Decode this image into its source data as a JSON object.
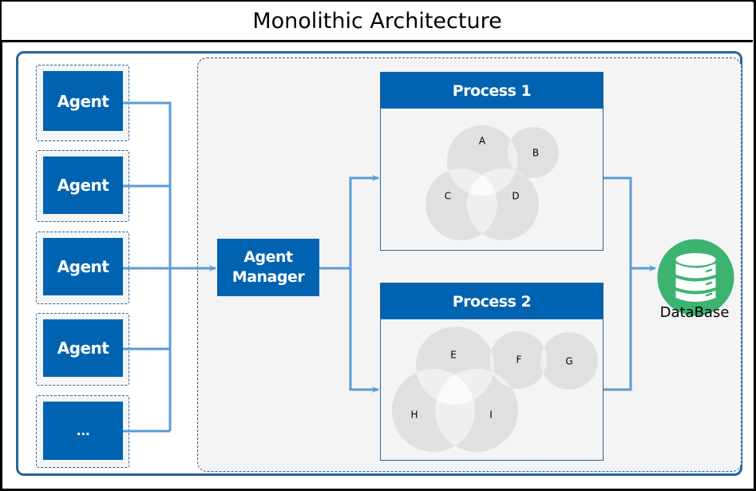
{
  "title": "Monolithic Architecture",
  "agents": [
    {
      "label": "Agent"
    },
    {
      "label": "Agent"
    },
    {
      "label": "Agent"
    },
    {
      "label": "Agent"
    },
    {
      "label": "..."
    }
  ],
  "manager": {
    "line1": "Agent",
    "line2": "Manager"
  },
  "processes": [
    {
      "title": "Process 1",
      "sets": [
        {
          "label": "A"
        },
        {
          "label": "B"
        },
        {
          "label": "C"
        },
        {
          "label": "D"
        }
      ]
    },
    {
      "title": "Process 2",
      "sets": [
        {
          "label": "E"
        },
        {
          "label": "F"
        },
        {
          "label": "G"
        },
        {
          "label": "H"
        },
        {
          "label": "I"
        }
      ]
    }
  ],
  "database": {
    "label": "DataBase",
    "icon": "database-icon"
  },
  "colors": {
    "primary_blue": "#0063b1",
    "border_blue": "#2a6496",
    "connector_blue": "#5b9bd5",
    "database_green": "#3cb371",
    "circle_gray": "#e0e0e0"
  }
}
